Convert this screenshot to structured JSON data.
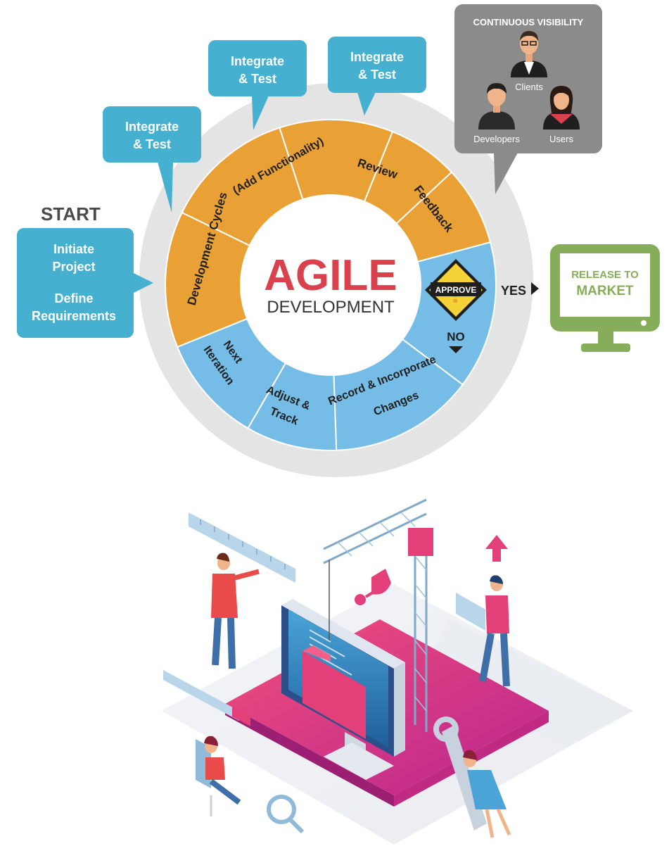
{
  "colors": {
    "ring": "#e4e4e4",
    "orange": "#e9a135",
    "blue": "#75bde7",
    "bubble": "#45b0cf",
    "gray_box": "#8b8b8b",
    "green": "#86ad5a",
    "agile_red": "#d9414d",
    "dark": "#333333"
  },
  "start": {
    "title": "START",
    "line1": "Initiate",
    "line2": "Project",
    "line3": "Define",
    "line4": "Requirements"
  },
  "bubbles": {
    "left": {
      "line1": "Integrate",
      "line2": "& Test"
    },
    "middle": {
      "line1": "Integrate",
      "line2": "& Test"
    },
    "right": {
      "line1": "Integrate",
      "line2": "& Test"
    }
  },
  "visibility": {
    "title": "CONTINUOUS VISIBILITY",
    "clients": "Clients",
    "developers": "Developers",
    "users": "Users"
  },
  "center": {
    "title": "AGILE",
    "subtitle": "DEVELOPMENT"
  },
  "segments": {
    "dev_cycles_a": "Development Cycles",
    "dev_cycles_b": "(Add Functionality)",
    "review": "Review",
    "feedback": "Feedback",
    "approve": "APPROVE",
    "approve_mark": "?",
    "record_a": "Record & Incorporate",
    "record_b": "Changes",
    "adjust_a": "Adjust &",
    "adjust_b": "Track",
    "next_a": "Next",
    "next_b": "Iteration"
  },
  "decision": {
    "yes": "YES",
    "no": "NO"
  },
  "release": {
    "line1": "RELEASE TO",
    "line2": "MARKET"
  },
  "illustration": {
    "description_icon": "isometric-development-team-icon"
  }
}
